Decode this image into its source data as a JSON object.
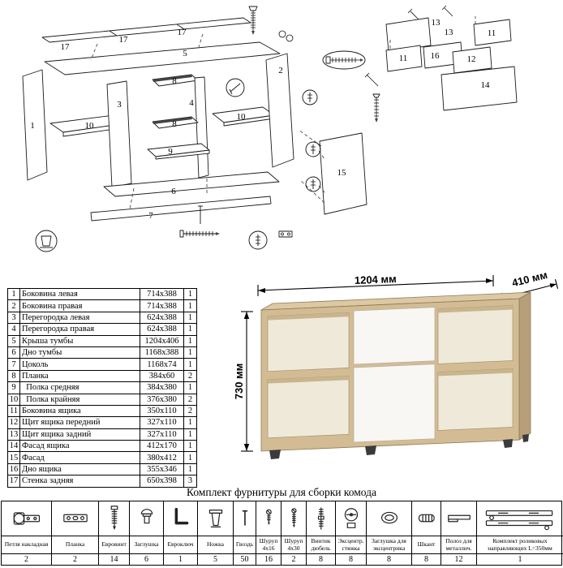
{
  "product": {
    "width": "1204 мм",
    "depth": "410 мм",
    "height": "730 мм"
  },
  "parts": {
    "rows": [
      {
        "num": "1",
        "name": "Боковина левая",
        "size": "714x388",
        "qty": "1"
      },
      {
        "num": "2",
        "name": "Боковина правая",
        "size": "714x388",
        "qty": "1"
      },
      {
        "num": "3",
        "name": "Перегородка левая",
        "size": "624x388",
        "qty": "1"
      },
      {
        "num": "4",
        "name": "Перегородка правая",
        "size": "624x388",
        "qty": "1"
      },
      {
        "num": "5",
        "name": "Крыша тумбы",
        "size": "1204x406",
        "qty": "1"
      },
      {
        "num": "6",
        "name": "Дно тумбы",
        "size": "1168x388",
        "qty": "1"
      },
      {
        "num": "7",
        "name": "Цоколь",
        "size": "1168x74",
        "qty": "1"
      },
      {
        "num": "8",
        "name": "Планка",
        "size": "384x60",
        "qty": "2"
      },
      {
        "num": "9",
        "name": "  Полка средняя",
        "size": "384x380",
        "qty": "1"
      },
      {
        "num": "10",
        "name": "  Полка крайняя",
        "size": "376x380",
        "qty": "2"
      },
      {
        "num": "11",
        "name": "Боковина ящика",
        "size": "350x110",
        "qty": "2"
      },
      {
        "num": "12",
        "name": "Щит ящика передний",
        "size": "327x110",
        "qty": "1"
      },
      {
        "num": "13",
        "name": "Щит ящика задний",
        "size": "327x110",
        "qty": "1"
      },
      {
        "num": "14",
        "name": "Фасад ящика",
        "size": "412x170",
        "qty": "1"
      },
      {
        "num": "15",
        "name": "Фасад",
        "size": "380x412",
        "qty": "1"
      },
      {
        "num": "16",
        "name": "Дно ящика",
        "size": "355x346",
        "qty": "1"
      },
      {
        "num": "17",
        "name": "Стенка задняя",
        "size": "650x398",
        "qty": "3"
      }
    ]
  },
  "hardware": {
    "title": "Комплект фурнитуры для сборки комода",
    "items": [
      {
        "name": "Петля накладная",
        "qty": "2"
      },
      {
        "name": "Планка",
        "qty": "2"
      },
      {
        "name": "Евровинт",
        "qty": "14"
      },
      {
        "name": "Заглушка",
        "qty": "6"
      },
      {
        "name": "Евроключ",
        "qty": "1"
      },
      {
        "name": "Ножка",
        "qty": "5"
      },
      {
        "name": "Гвоздь",
        "qty": "50"
      },
      {
        "name": "Шуруп 4x16",
        "qty": "16"
      },
      {
        "name": "Шуруп 4x30",
        "qty": "2"
      },
      {
        "name": "Винтик дюбель",
        "qty": "8"
      },
      {
        "name": "Эксцентр. стяжка",
        "qty": "8"
      },
      {
        "name": "Заглушка для эксцентрика",
        "qty": "8"
      },
      {
        "name": "Шкант",
        "qty": "8"
      },
      {
        "name": "Полоз для металлич.",
        "qty": "12"
      },
      {
        "name": "Комплект роликовых направляющих L=350мм",
        "qty": "1"
      }
    ]
  },
  "diagram": {
    "main": {
      "p17a": "17",
      "p17b": "17",
      "p17c": "17",
      "p5": "5",
      "p1": "1",
      "p3": "3",
      "p10l": "10",
      "p8a": "8",
      "p8b": "8",
      "p4": "4",
      "p9": "9",
      "p10r": "10",
      "p2": "2",
      "p6": "6",
      "p7": "7",
      "p15": "15"
    },
    "drawer": {
      "p13a": "13",
      "p13b": "13",
      "p11a": "11",
      "p11b": "11",
      "p16": "16",
      "p12": "12",
      "p14": "14"
    }
  },
  "colors": {
    "wood": "#d3bc94",
    "wood_top": "#dcc8a2",
    "wood_dark": "#b79f79",
    "front_white": "#f8f7f3",
    "inner": "#efe9da"
  }
}
